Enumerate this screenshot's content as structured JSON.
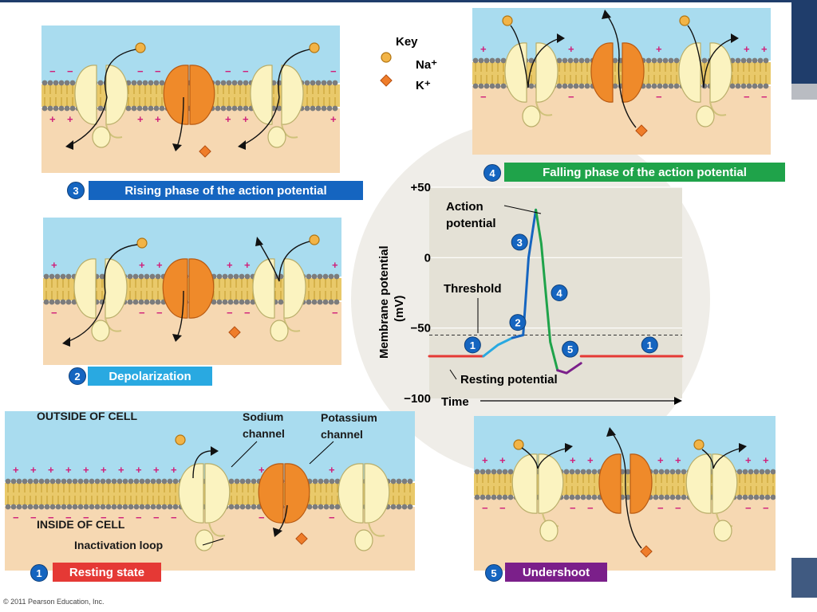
{
  "key": {
    "title": "Key",
    "na": "Na⁺",
    "k": "K⁺"
  },
  "phases": [
    {
      "number": "1",
      "label": "Resting state",
      "color": "#e53935"
    },
    {
      "number": "2",
      "label": "Depolarization",
      "color": "#29a9e1"
    },
    {
      "number": "3",
      "label": "Rising phase of the action potential",
      "color": "#1565c0"
    },
    {
      "number": "4",
      "label": "Falling phase of the action potential",
      "color": "#1fa34a"
    },
    {
      "number": "5",
      "label": "Undershoot",
      "color": "#7b1f8a"
    }
  ],
  "labels": {
    "outside": "OUTSIDE OF CELL",
    "inside": "INSIDE OF CELL",
    "sodium_line1": "Sodium",
    "sodium_line2": "channel",
    "potassium_line1": "Potassium",
    "potassium_line2": "channel",
    "inactivation": "Inactivation loop"
  },
  "chart_data": {
    "type": "line",
    "ylabel_line1": "Membrane potential",
    "ylabel_line2": "(mV)",
    "xlabel": "Time",
    "yticks": [
      "+50",
      "0",
      "−50",
      "−100"
    ],
    "ylim": [
      -100,
      50
    ],
    "resting_potential_mV": -70,
    "threshold_mV": -55,
    "annotations": {
      "action_line1": "Action",
      "action_line2": "potential",
      "threshold": "Threshold",
      "resting": "Resting potential"
    },
    "segments": [
      {
        "phase": "1",
        "color": "#e53935",
        "points": [
          [
            0,
            -70
          ],
          [
            1.5,
            -70
          ]
        ]
      },
      {
        "phase": "1",
        "color": "#29a9e1",
        "points": [
          [
            1.5,
            -70
          ],
          [
            1.9,
            -62
          ],
          [
            2.3,
            -57
          ]
        ]
      },
      {
        "phase": "2",
        "color": "#1565c0",
        "points": [
          [
            2.3,
            -57
          ],
          [
            2.6,
            -55
          ],
          [
            2.75,
            0
          ],
          [
            2.95,
            34
          ]
        ]
      },
      {
        "phase": "3",
        "color": "#1fa34a",
        "points": [
          [
            2.95,
            34
          ],
          [
            3.1,
            10
          ],
          [
            3.35,
            -60
          ],
          [
            3.55,
            -80
          ]
        ]
      },
      {
        "phase": "5",
        "color": "#7b1f8a",
        "points": [
          [
            3.55,
            -80
          ],
          [
            3.8,
            -82
          ],
          [
            4.2,
            -75
          ]
        ]
      },
      {
        "phase": "1",
        "color": "#e53935",
        "points": [
          [
            4.2,
            -70
          ],
          [
            7.0,
            -70
          ]
        ]
      }
    ],
    "markers": [
      {
        "number": "1",
        "x": 1.2,
        "y": -62
      },
      {
        "number": "2",
        "x": 2.45,
        "y": -46
      },
      {
        "number": "3",
        "x": 2.5,
        "y": 11
      },
      {
        "number": "4",
        "x": 3.6,
        "y": -25
      },
      {
        "number": "5",
        "x": 3.9,
        "y": -65
      },
      {
        "number": "1",
        "x": 6.1,
        "y": -62
      }
    ]
  },
  "colors": {
    "outside": "#a9dcef",
    "inside": "#f6d8b2",
    "lipid": "#c49a2c",
    "sodium": "#fbf3c0",
    "potassium": "#ef8a2a"
  },
  "copyright": "© 2011 Pearson Education, Inc."
}
